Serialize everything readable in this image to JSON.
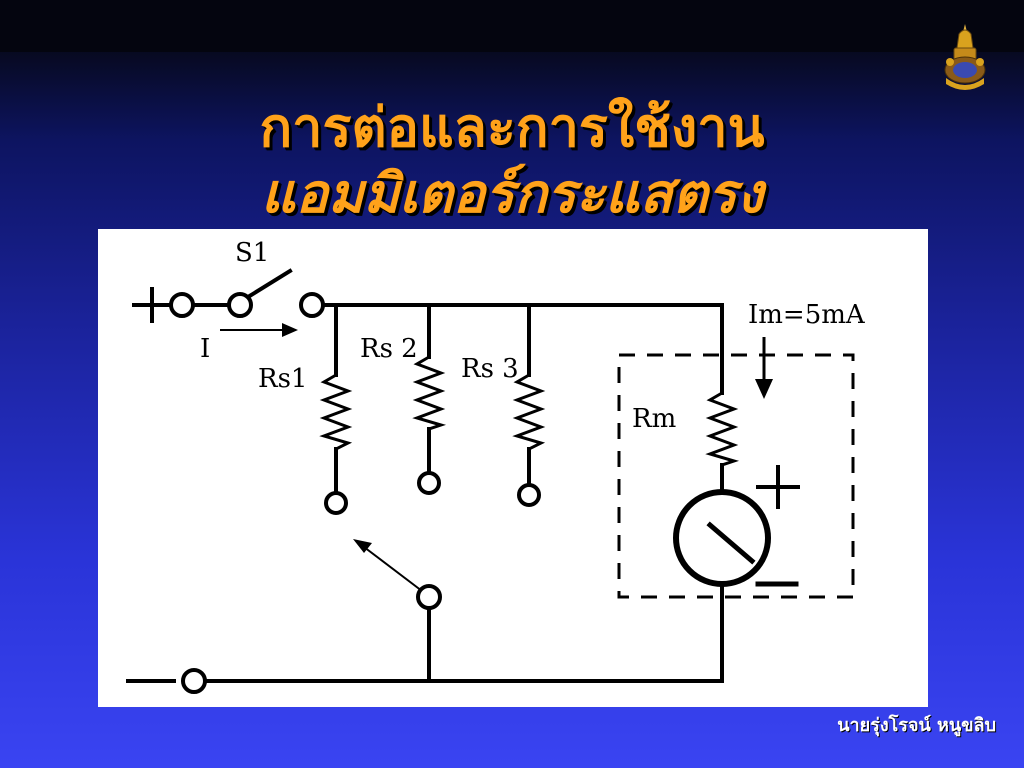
{
  "slide": {
    "title_line1": "การต่อและการใช้งาน",
    "title_line2": "แอมมิเตอร์กระแสตรง",
    "author": "นายรุ่งโรจน์ หนูขลิบ",
    "emblem_icon": "royal-emblem-icon",
    "title_color": "#ffa21a",
    "background_color": "#2a34d8"
  },
  "circuit": {
    "switch_label": "S1",
    "current_label": "I",
    "plus_label": "+",
    "minus_label": "—",
    "shunt_labels": [
      "Rs1",
      "Rs 2",
      "Rs 3"
    ],
    "meter_resistor_label": "Rm",
    "meter_current_label": "Im=5mA",
    "meter_plus": "+",
    "meter_minus": "—"
  }
}
